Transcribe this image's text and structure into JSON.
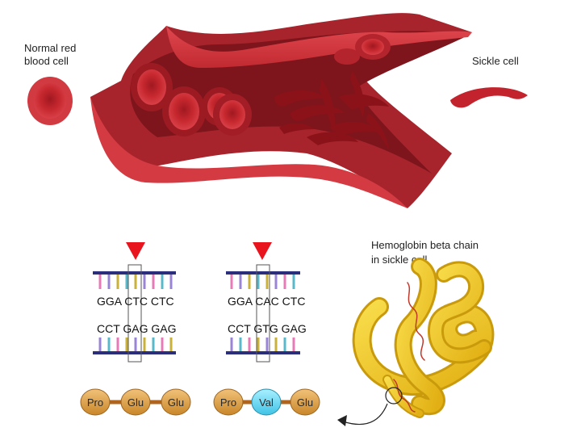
{
  "labels": {
    "normal_rbc": [
      "Normal red",
      "blood cell"
    ],
    "sickle_cell": "Sickle cell",
    "hemoglobin": [
      "Hemoglobin beta chain",
      "in sickle cell"
    ]
  },
  "dna_normal": {
    "top": "GGA CTC CTC",
    "bottom": "CCT GAG GAG"
  },
  "dna_sickle": {
    "top": "GGA CAC CTC",
    "bottom": "CCT GTG GAG"
  },
  "protein_normal": [
    "Pro",
    "Glu",
    "Glu"
  ],
  "protein_sickle": [
    "Pro",
    "Val",
    "Glu"
  ],
  "colors": {
    "vessel_outer": "#d9333d",
    "vessel_inner": "#a8242c",
    "rbc": "#c4262e",
    "sickle": "#b81e28",
    "marker": "#e8141e",
    "strand": "#2b2e7a",
    "amino": "#d79a3c",
    "amino_mutant": "#58d3ef",
    "bond": "#b0641c",
    "hemoglobin": "#f0c419"
  }
}
